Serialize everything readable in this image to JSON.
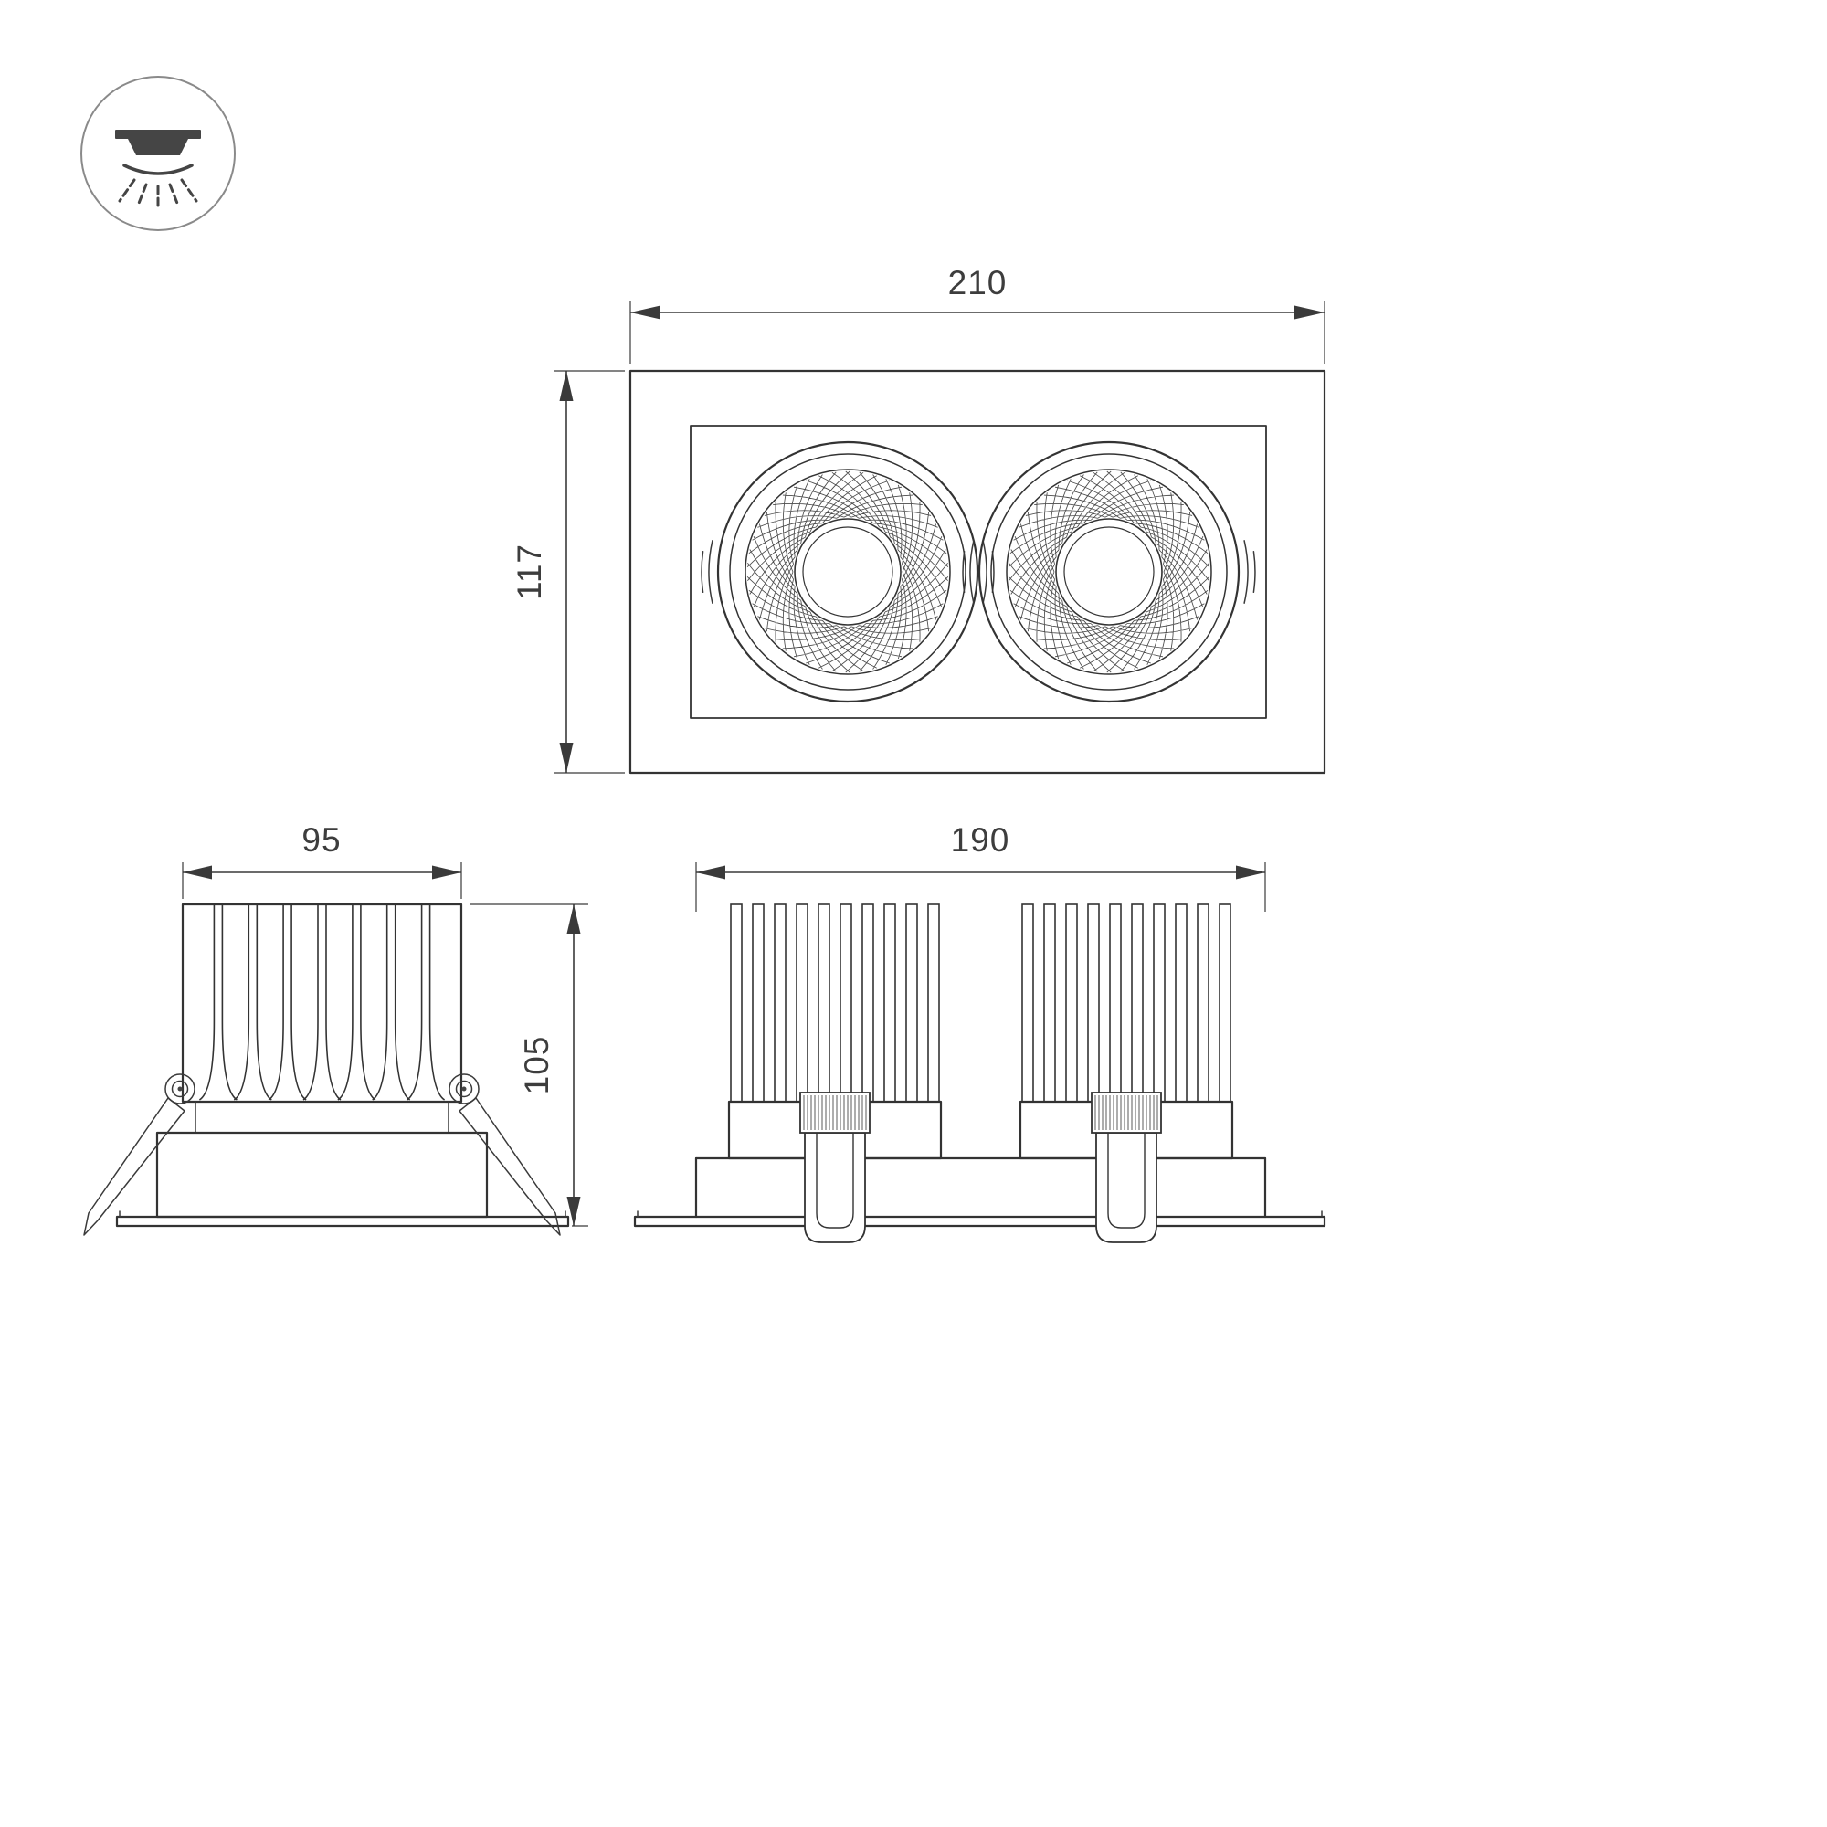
{
  "page": {
    "background_color": "#ffffff",
    "line_color": "#333333",
    "dim_text_color": "#3d3d3d"
  },
  "icon": {
    "name": "recessed-downlight-ceiling-icon"
  },
  "dimensions": {
    "front_width": "210",
    "front_height": "117",
    "side_width": "95",
    "side_height": "105",
    "lower_width": "190"
  }
}
